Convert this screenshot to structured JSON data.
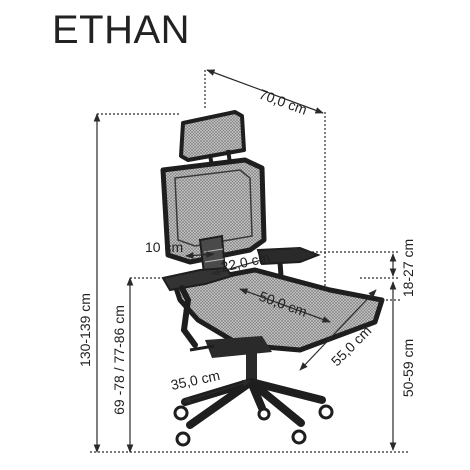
{
  "product": {
    "name": "ETHAN"
  },
  "dimensions": {
    "depth_top": "70,0 cm",
    "overall_height": "130-139 cm",
    "seat_height": "69 -78 / 77-86 cm",
    "armrest_width": "10 cm",
    "armrest_length": "22,0 cm",
    "seat_depth": "50,0 cm",
    "seat_width": "55,0 cm",
    "base_radius": "35,0 cm",
    "armrest_height": "18-27 cm",
    "seat_floor_height": "50-59 cm"
  },
  "colors": {
    "frame": "#1e1e1e",
    "mesh": "#9a9a9a",
    "dim_line": "#2a2a2a"
  }
}
